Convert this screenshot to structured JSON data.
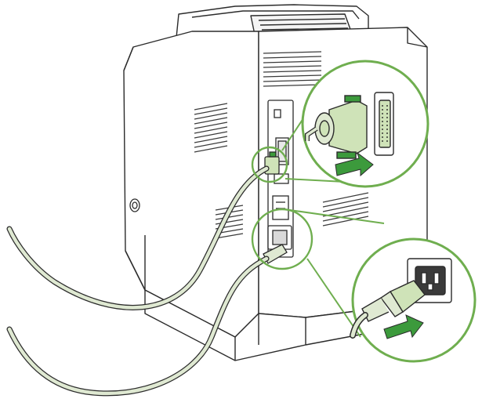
{
  "figure": {
    "subject": "printer-rear-cable-connection",
    "callouts": [
      {
        "name": "parallel-cable-callout",
        "arrow": "green-arrow-right"
      },
      {
        "name": "power-cord-callout",
        "arrow": "green-arrow-right"
      }
    ]
  },
  "colors": {
    "outline": "#2b2b2b",
    "body": "#ffffff",
    "vent": "#3a3a3a",
    "accent_green": "#3c9a3c",
    "light_green": "#cfe3b8",
    "callout_ring": "#6fae4f",
    "cable_fill": "#dfe9d2"
  }
}
